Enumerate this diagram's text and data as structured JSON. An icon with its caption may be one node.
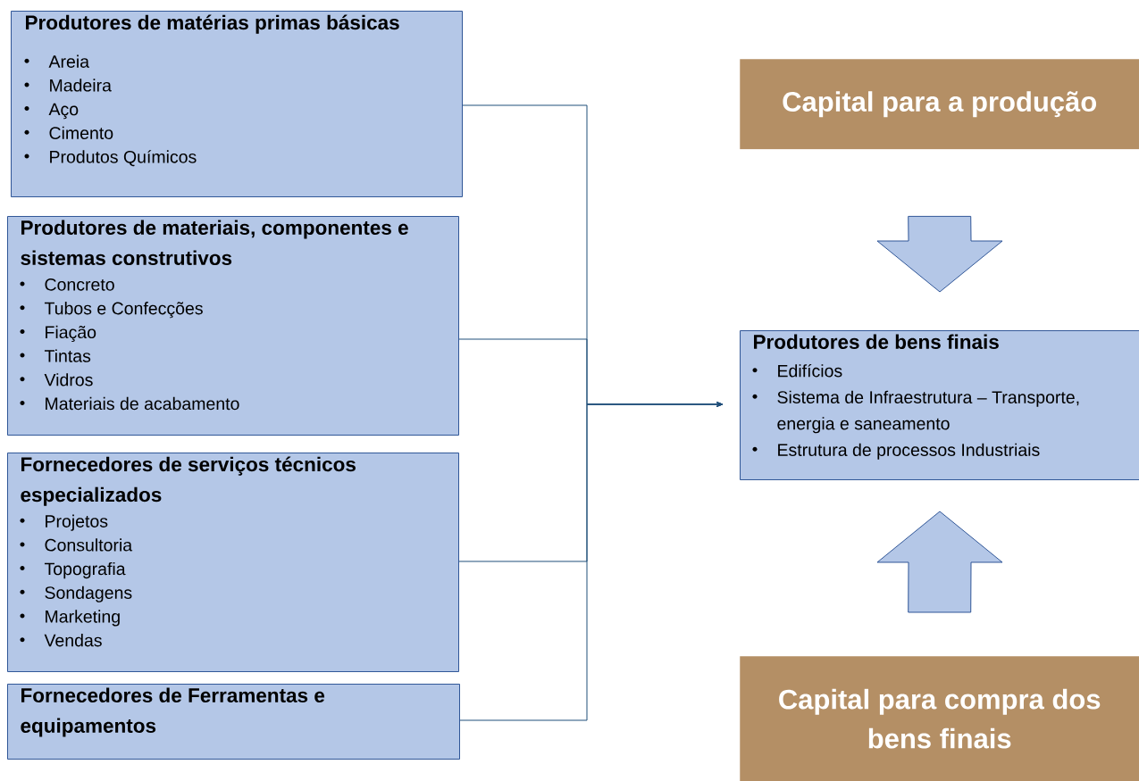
{
  "diagram": {
    "nodes": [
      {
        "text": [
          "Produtores de matérias primas básicas",
          "Areia",
          "Madeira",
          "Aço",
          "Cimento",
          "Produtos Químicos"
        ]
      },
      {
        "text": [
          "Produtores de materiais, componentes e sistemas construtivos",
          "Concreto",
          "Tubos e Confecções",
          "Fiação",
          "Tintas",
          "Vidros",
          "Materiais de acabamento"
        ]
      },
      {
        "text": [
          "Fornecedores de serviços técnicos especializados",
          "Projetos",
          "Consultoria",
          "Topografia",
          "Sondagens",
          "Marketing",
          "Vendas"
        ]
      },
      {
        "text": [
          "Fornecedores de Ferramentas e equipamentos"
        ]
      },
      {
        "text": [
          "Capital para a produção"
        ]
      },
      {
        "text": [
          "Produtores de bens finais",
          "Edifícios",
          "Sistema de Infraestrutura – Transporte, energia e saneamento",
          "Estrutura de processos Industriais"
        ]
      },
      {
        "text": [
          "Capital para compra dos bens finais"
        ]
      }
    ],
    "edges": [
      {
        "from": 0,
        "to": 5,
        "arrow": "to"
      },
      {
        "from": 1,
        "to": 5,
        "arrow": "to"
      },
      {
        "from": 2,
        "to": 5,
        "arrow": "to"
      },
      {
        "from": 3,
        "to": 5,
        "arrow": "to"
      },
      {
        "from": 4,
        "to": 5,
        "arrow": "to"
      },
      {
        "from": 6,
        "to": 5,
        "arrow": "to"
      }
    ]
  }
}
